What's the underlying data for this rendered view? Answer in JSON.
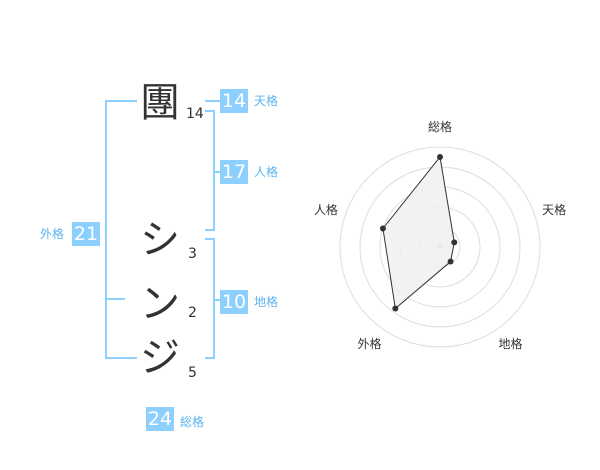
{
  "name": {
    "chars": [
      {
        "char": "團",
        "strokes": "14"
      },
      {
        "char": "シ",
        "strokes": "3"
      },
      {
        "char": "ン",
        "strokes": "2"
      },
      {
        "char": "ジ",
        "strokes": "5"
      }
    ]
  },
  "grids": {
    "tenkaku": {
      "label": "天格",
      "value": "14"
    },
    "jinkaku": {
      "label": "人格",
      "value": "17"
    },
    "chikaku": {
      "label": "地格",
      "value": "10"
    },
    "gaikaku": {
      "label": "外格",
      "value": "21"
    },
    "soukaku": {
      "label": "総格",
      "value": "24"
    }
  },
  "colors": {
    "accent": "#8dcfff",
    "accent_text": "#5bb3ef",
    "text": "#333333",
    "grid": "#dddddd",
    "fill": "#f0f0f0"
  },
  "chart_data": {
    "type": "radar",
    "axes": [
      "総格",
      "天格",
      "地格",
      "外格",
      "人格"
    ],
    "values": [
      0.9,
      0.15,
      0.18,
      0.76,
      0.6
    ],
    "range": [
      0,
      1
    ],
    "rings": 5
  }
}
